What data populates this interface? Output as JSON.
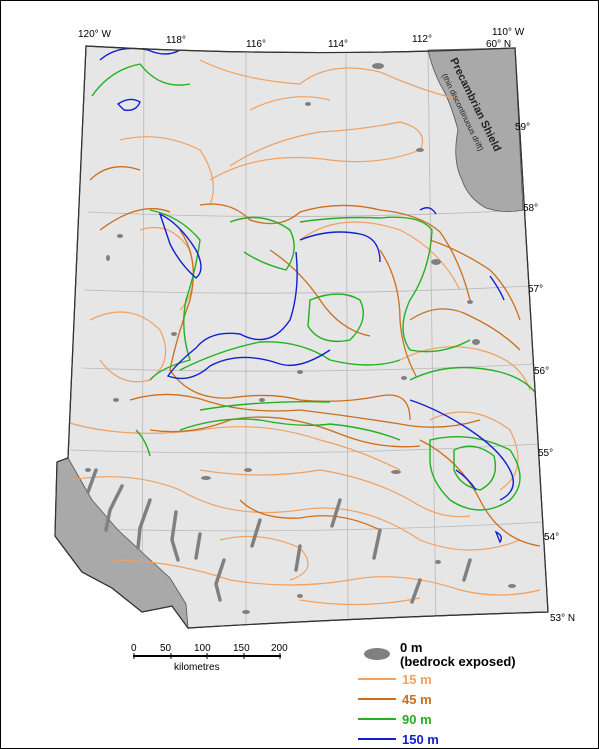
{
  "graticule": {
    "longitudes": [
      "120° W",
      "118°",
      "116°",
      "114°",
      "112°",
      "110° W"
    ],
    "latitudes": [
      "60° N",
      "59°",
      "58°",
      "57°",
      "56°",
      "55°",
      "54°",
      "53° N"
    ]
  },
  "shield": {
    "title": "Precambrian Shield",
    "subtitle": "(thin discontinuous drift)"
  },
  "scale": {
    "ticks": [
      "0",
      "50",
      "100",
      "150",
      "200"
    ],
    "unit": "kilometres"
  },
  "legend": {
    "items": [
      {
        "label": "0 m",
        "sublabel": "(bedrock exposed)",
        "color": "#808080",
        "kind": "patch"
      },
      {
        "label": "15 m",
        "color": "#f0a060",
        "kind": "line"
      },
      {
        "label": "45 m",
        "color": "#cc6f1c",
        "kind": "line"
      },
      {
        "label": "90 m",
        "color": "#22b022",
        "kind": "line"
      },
      {
        "label": "150 m",
        "color": "#1020d0",
        "kind": "line"
      }
    ]
  },
  "colors": {
    "land": "#e6e6e6",
    "shield": "#a9a9a9",
    "outcrop": "#808080"
  }
}
